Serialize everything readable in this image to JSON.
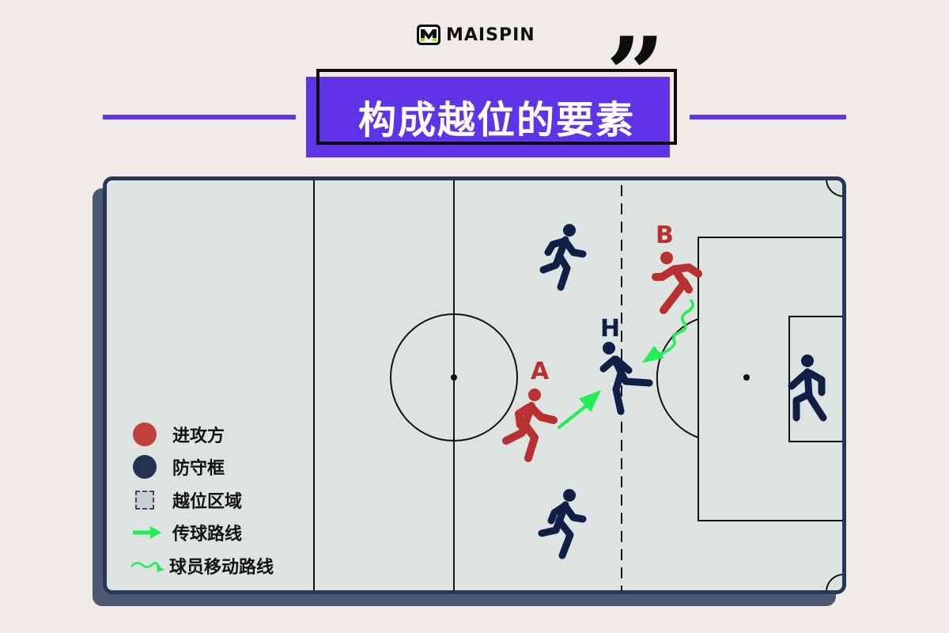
{
  "brand": {
    "name": "MAISPIN",
    "accent_color": "#5f33e6",
    "logo_highlight": "#8fe024"
  },
  "header": {
    "title": "构成越位的要素",
    "quote_mark": "”"
  },
  "diagram": {
    "field_color": "#dde3e1",
    "border_color": "#283756",
    "attacker_color": "#b8302f",
    "defender_color": "#0f1f46",
    "arrow_color": "#22ee55",
    "players": [
      {
        "id": "A",
        "label": "A",
        "team": "attacker"
      },
      {
        "id": "B",
        "label": "B",
        "team": "attacker"
      },
      {
        "id": "H",
        "label": "H",
        "team": "defender"
      },
      {
        "id": "D1",
        "label": "",
        "team": "defender"
      },
      {
        "id": "D2",
        "label": "",
        "team": "defender"
      },
      {
        "id": "GK",
        "label": "",
        "team": "defender"
      }
    ],
    "annotations": [
      {
        "type": "pass",
        "from": "A",
        "to": "H"
      },
      {
        "type": "run",
        "from": "B",
        "to": "H"
      }
    ]
  },
  "legend": {
    "items": [
      {
        "symbol": "red-dot",
        "label": "进攻方",
        "color": "#c2403a"
      },
      {
        "symbol": "navy-dot",
        "label": "防守框",
        "color": "#24314f"
      },
      {
        "symbol": "dashed-square",
        "label": "越位区域"
      },
      {
        "symbol": "straight-arrow",
        "label": "传球路线"
      },
      {
        "symbol": "wavy-arrow",
        "label": "球员移动路线"
      }
    ]
  }
}
